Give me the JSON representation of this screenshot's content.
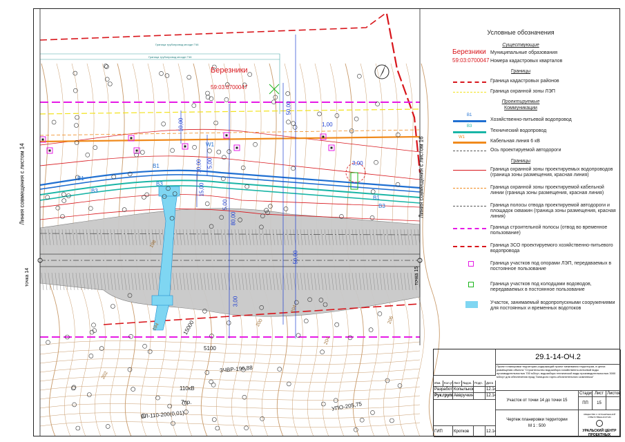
{
  "map": {
    "city_name": "Березники",
    "cadastral_number": "59:03:0700047",
    "side_left": "Линия совмещения с листом 14",
    "side_right": "Линия совмещения с листом 16",
    "point_left": "точка 14",
    "point_right": "точка 15",
    "dim_labels": [
      "10,00",
      "10,00",
      "15,00",
      "5,00",
      "5,00",
      "1,00",
      "3,00",
      "50,00",
      "80,00",
      "50,00",
      "3,00"
    ],
    "pipe_labels": [
      "В1",
      "В3",
      "В1",
      "В3",
      "В1",
      "В3",
      "W1"
    ],
    "power_line_label_1": "Граница трубопровод мгоодн ГЧ6",
    "power_line_label_2": "Граница трубопровод мгоодн ГЧ6",
    "bottom_labels": [
      "5100",
      "ЗЧВР-196,88",
      "110кВ",
      "7пр.",
      "ВЛ-110-200(0,01)",
      "УПО-205,75",
      "15000"
    ],
    "contour_labels": [
      "194",
      "200",
      "202",
      "204",
      "204",
      "206",
      "198"
    ]
  },
  "legend": {
    "title": "Условные обозначения",
    "existing": "Существующие",
    "sample_city": "Березники",
    "sample_city_desc": "Муниципальные образования",
    "sample_cad": "59:03:0700047",
    "sample_cad_desc": "Номера кадастровых кварталов",
    "borders_hdr": "Границы",
    "border_cad_districts": "Граница кадастровых районов",
    "border_power_zone": "Граница охранной зоны ЛЭП",
    "projected": "Проектируемые",
    "communications": "Коммуникации",
    "water_supply": "Хозяйственно-питьевой водопровод",
    "water_supply_code": "В1",
    "tech_water": "Технический водопровод",
    "tech_water_code": "В3",
    "cable": "Кабельная линия 6 кВ",
    "cable_code": "W1",
    "road_axis": "Ось проектируемой автодороги",
    "borders_hdr2": "Границы",
    "b1": "Граница охранной зоны проектируемых водопроводов (граница зоны размещения, красная линия)",
    "b2": "Граница охранной зоны проектируемой кабельной линии (граница зоны размещения, красная линия)",
    "b3": "Граница полосы отвода проектируемой автодороги и площадок скважин (граница зоны размещения, красная линия)",
    "b4": "Граница строительной полосы (отвод во временное пользование)",
    "b5": "Граница ЗСО проектируемого хозяйственно-питьевого водопровода",
    "b6": "Граница участков под опорами ЛЭП, передаваемых в постоянное пользование",
    "b7": "Граница участков под колодцами водоводов, передаваемых в постоянное пользование",
    "b8": "Участок, занимаемый водопропускными сооружениями для постоянных и временных водотоков"
  },
  "stamp": {
    "code": "29.1-14-ОЧ.2",
    "description": "Проект планировки территории,содержащий проект межевания территории, в целях размещения объекта \"Строительство водозабора хозяйственно-питьевой воды производительностью 700 м3/сут, водозабора технической воды производительностью 3000 м3/сут для обеспечения нужд Талицкого горно-обогатительного комплекса\"",
    "col_headers": [
      "Изм.",
      "Кол.уч",
      "Лист",
      "№док.",
      "Подп.",
      "Дата"
    ],
    "rows": [
      [
        "Разработал",
        "Копылькова",
        "",
        "12.14"
      ],
      [
        "Рук.группы",
        "Аввручкина",
        "",
        "12.14"
      ]
    ],
    "sheet_title": "Участок от точки 14 до точки 15",
    "stage_hdr": "Стадия",
    "sheet_hdr": "Лист",
    "sheets_hdr": "Листов",
    "stage_val": "ПП",
    "sheet_val": "15",
    "drawing_title": "Чертеж планировки территории",
    "scale": "М 1 : 500",
    "gip": "ГИП",
    "gip_name": "Кротков",
    "gip_date": "12.14",
    "org_small": "ОБЩЕСТВО С ОГРАНИЧЕННОЙ ОТВЕТСТВЕННОСТЬЮ",
    "org_name": "УРАЛЬСКИЙ ЦЕНТР ПРОЕКТНЫХ РЕШЕНИЙ"
  },
  "colors": {
    "red": "#d8151b",
    "magenta": "#e619e6",
    "orange": "#f08a1c",
    "blue": "#1f6fd1",
    "teal": "#19b5a6",
    "yellow": "#f2e21a",
    "road": "#c9c9c9",
    "culvert": "#7fd6f2"
  }
}
